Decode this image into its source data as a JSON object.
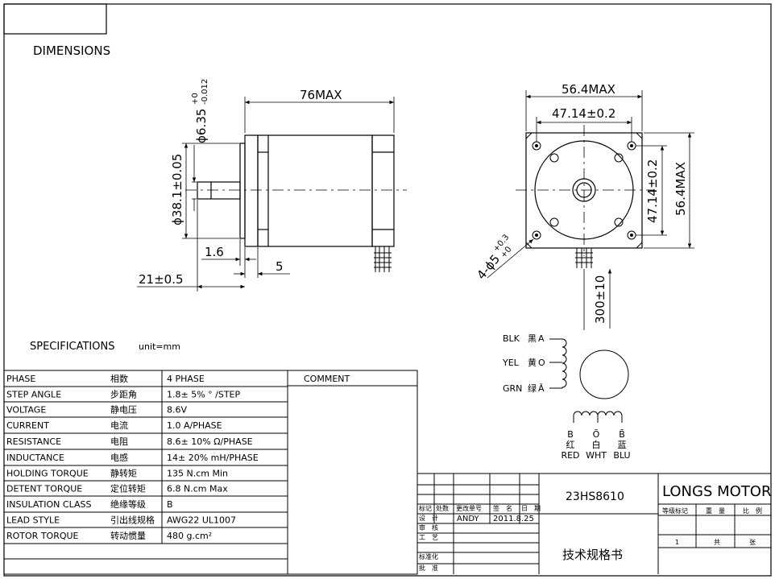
{
  "title": "DIMENSIONS",
  "spec_title": "SPECIFICATIONS",
  "unit": "unit=mm",
  "dimensions": {
    "length_max": "76MAX",
    "shaft_dia": "ϕ6.35",
    "shaft_tol_upper": "+0",
    "shaft_tol_lower": "-0.012",
    "boss_dia": "ϕ38.1±0.05",
    "boss_height": "1.6",
    "flange": "5",
    "shaft_len": "21±0.5",
    "width_max": "56.4MAX",
    "hole_pitch": "47.14±0.2",
    "height_pitch": "47.14±0.2",
    "height_max": "56.4MAX",
    "hole_spec": "4-ϕ5",
    "hole_tol_upper": "+0.3",
    "hole_tol_lower": "+0",
    "lead_len": "300±10"
  },
  "wiring": {
    "wires": [
      {
        "code": "BLK",
        "cn": "黑",
        "phase": "A"
      },
      {
        "code": "YEL",
        "cn": "黄",
        "phase": "O"
      },
      {
        "code": "GRN",
        "cn": "绿",
        "phase": "Ā"
      }
    ],
    "bottom": [
      {
        "phase": "B",
        "cn": "红",
        "code": "RED"
      },
      {
        "phase": "Ō",
        "cn": "白",
        "code": "WHT"
      },
      {
        "phase": "B̄",
        "cn": "蓝",
        "code": "BLU"
      }
    ]
  },
  "specs": {
    "comment_header": "COMMENT",
    "rows": [
      {
        "label": "PHASE",
        "cn": "相数",
        "value": "4  PHASE"
      },
      {
        "label": "STEP ANGLE",
        "cn": "步距角",
        "value": "1.8± 5% ° /STEP"
      },
      {
        "label": "VOLTAGE",
        "cn": "静电压",
        "value": "8.6V"
      },
      {
        "label": "CURRENT",
        "cn": "电流",
        "value": "1.0 A/PHASE"
      },
      {
        "label": "RESISTANCE",
        "cn": "电阻",
        "value": "8.6± 10%  Ω/PHASE"
      },
      {
        "label": "INDUCTANCE",
        "cn": "电感",
        "value": "14± 20% mH/PHASE"
      },
      {
        "label": "HOLDING TORQUE",
        "cn": "静转矩",
        "value": "135  N.cm Min"
      },
      {
        "label": "DETENT TORQUE",
        "cn": "定位转矩",
        "value": "6.8 N.cm Max"
      },
      {
        "label": "INSULATION CLASS",
        "cn": "绝缘等级",
        "value": "B"
      },
      {
        "label": "LEAD STYLE",
        "cn": "引出线规格",
        "value": "AWG22 UL1007"
      },
      {
        "label": "ROTOR TORQUE",
        "cn": "转动惯量",
        "value": "480 g.cm²"
      }
    ]
  },
  "title_block": {
    "model": "23HS8610",
    "company": "LONGS MOTOR",
    "doc_title": "技术规格书",
    "mark": "标记",
    "count": "处数",
    "change_no": "更改单号",
    "sign": "签　名",
    "date_h": "日　期",
    "design": "设　计",
    "designer": "ANDY",
    "date": "2011.8.25",
    "review": "审　核",
    "process": "工　艺",
    "standard": "标准化",
    "approve": "批　准",
    "grade": "等级标记",
    "weight": "重　量",
    "scale": "比　例",
    "sheet_no": "1",
    "total": "共",
    "sheets": "张"
  }
}
